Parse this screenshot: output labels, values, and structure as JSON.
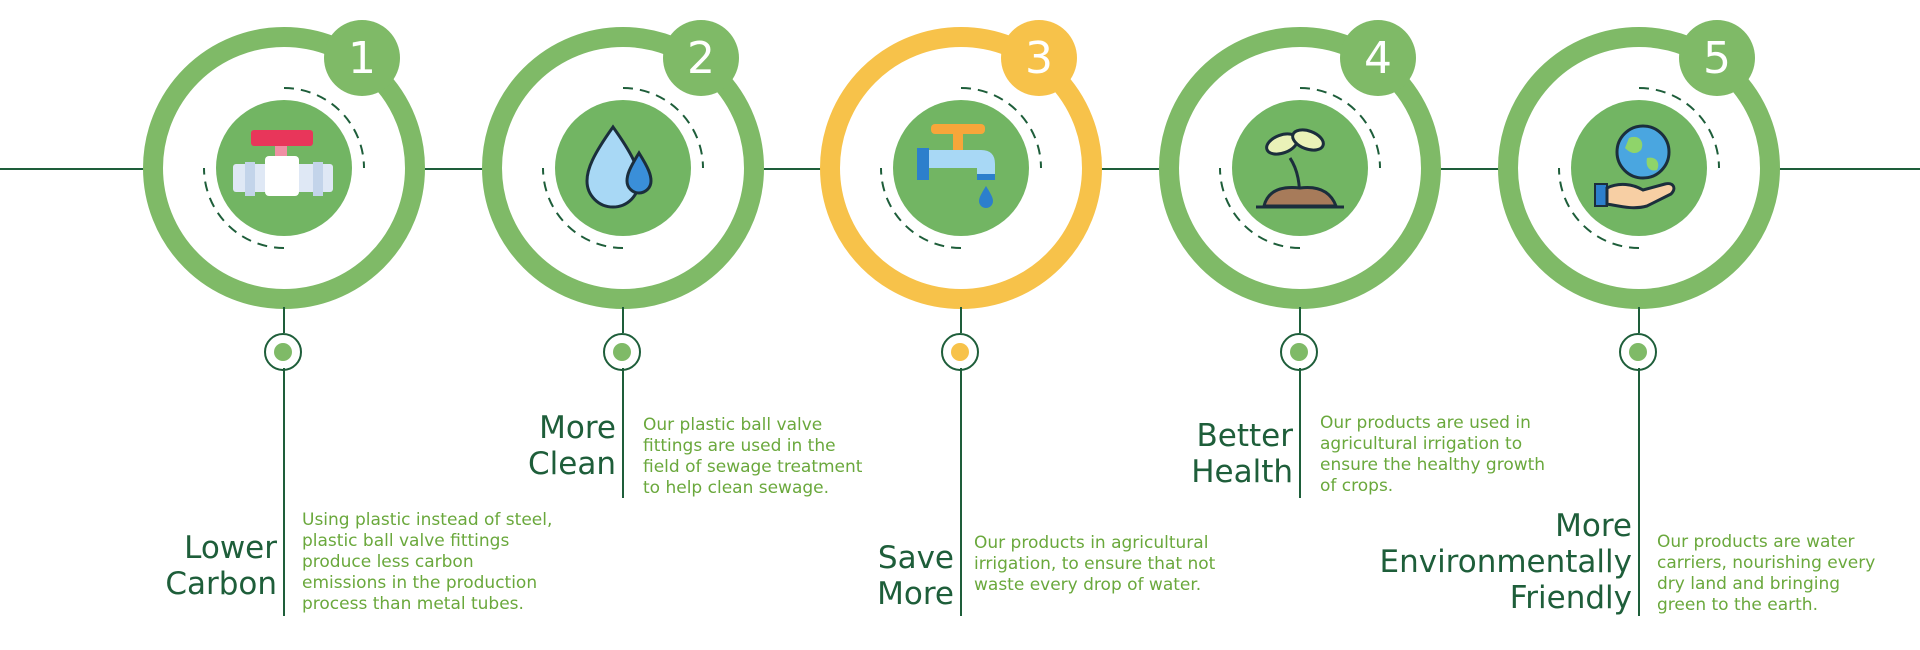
{
  "steps": [
    {
      "number": "1",
      "title_lines": [
        "Lower",
        "Carbon"
      ],
      "description": "Using plastic instead of steel, plastic ball valve fittings produce less carbon emissions in the production process than metal tubes.",
      "icon": "ball-valve-icon"
    },
    {
      "number": "2",
      "title_lines": [
        "More",
        "Clean"
      ],
      "description": "Our plastic ball valve fittings are used in the field of sewage treatment to help clean sewage.",
      "icon": "water-drops-icon"
    },
    {
      "number": "3",
      "title_lines": [
        "Save",
        "More"
      ],
      "description": "Our products in agricultural irrigation, to ensure that not waste every drop of water.",
      "icon": "faucet-icon"
    },
    {
      "number": "4",
      "title_lines": [
        "Better",
        "Health"
      ],
      "description": "Our products are used in agricultural irrigation to ensure the healthy growth of crops.",
      "icon": "sprout-icon"
    },
    {
      "number": "5",
      "title_lines": [
        "More",
        "Environmentally",
        "Friendly"
      ],
      "description": "Our products are water carriers, nourishing every dry land and bringing green to the earth.",
      "icon": "earth-in-hand-icon"
    }
  ],
  "colors": {
    "green_ring": "#7fba67",
    "inner_green": "#72b563",
    "highlight_ring": "#f7c24a",
    "title_dark_green": "#1e5e3a",
    "description_green": "#6aa83c",
    "line": "#1e5e3a"
  }
}
